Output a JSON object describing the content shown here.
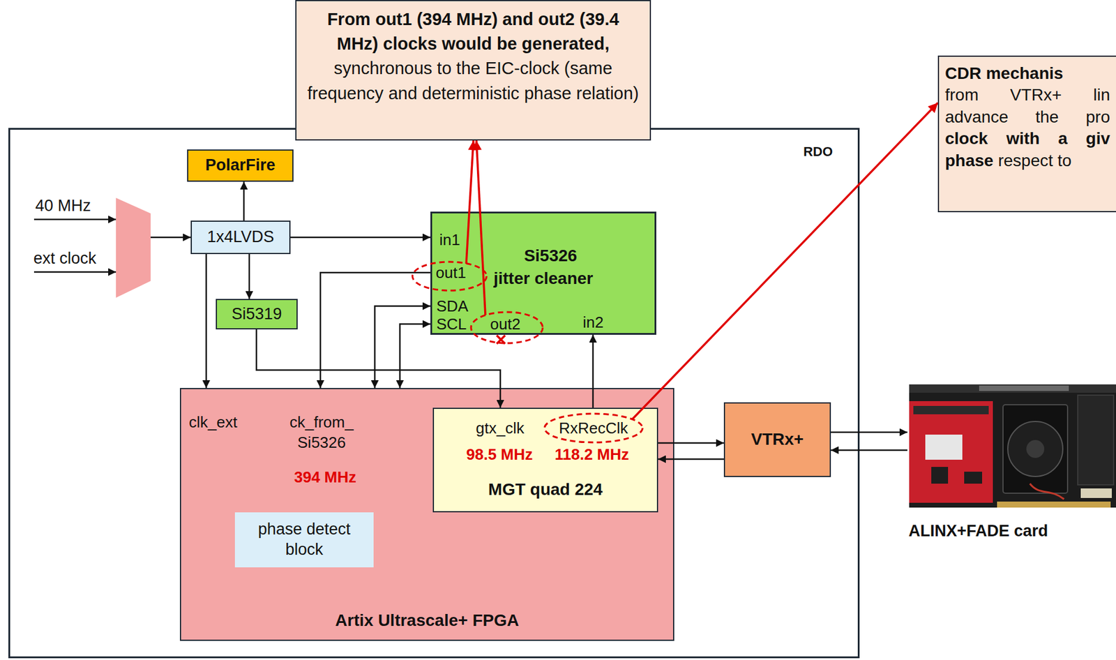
{
  "diagram": {
    "nodes": [
      {
        "text": [
          "From out1 (394 MHz) and out2 (39.4 MHz) clocks would be generated,",
          "synchronous to the EIC-clock (same frequency and deterministic phase relation)"
        ]
      },
      {
        "text": [
          "CDR mechanis",
          "from VTRx+ lin advance the pro",
          "clock with a giv phase",
          "respect to"
        ]
      },
      {
        "text": [
          "RDO"
        ]
      },
      {
        "text": [
          "PolarFire"
        ],
        "in": 2
      },
      {
        "text": [
          "1x4LVDS"
        ],
        "in": 2
      },
      {
        "text": [
          "Si5326 jitter cleaner"
        ],
        "in": 2
      },
      {
        "text": [
          "Si5319"
        ],
        "in": 2
      },
      {
        "text": [
          "Artix Ultrascale+ FPGA"
        ],
        "in": 2
      },
      {
        "text": [
          "phase detect block"
        ],
        "in": 7
      },
      {
        "text": [
          "MGT quad 224"
        ],
        "in": 7
      },
      {
        "text": [
          "VTRx+"
        ],
        "in": 2
      },
      {
        "text": [
          "ALINX+FADE card"
        ]
      }
    ],
    "edges": [
      {
        "from": 4,
        "to": 3,
        "arrow": "to"
      },
      {
        "from": 4,
        "to": 5,
        "arrow": "to"
      },
      {
        "from": 4,
        "to": 6,
        "arrow": "to"
      },
      {
        "from": 4,
        "to": 7,
        "arrow": "to"
      },
      {
        "from": 6,
        "to": 9,
        "arrow": "to"
      },
      {
        "from": 5,
        "to": 7,
        "arrow": "to"
      },
      {
        "from": 7,
        "to": 5,
        "arrow": "both"
      },
      {
        "from": 7,
        "to": 5,
        "arrow": "both"
      },
      {
        "from": 9,
        "to": 5,
        "arrow": "to"
      },
      {
        "from": 9,
        "to": 10,
        "arrow": "to"
      },
      {
        "from": 10,
        "to": 9,
        "arrow": "to"
      },
      {
        "from": 10,
        "to": 11,
        "arrow": "to"
      },
      {
        "from": 11,
        "to": 10,
        "arrow": "to"
      },
      {
        "from": 5,
        "to": 0,
        "arrow": "to"
      },
      {
        "from": 5,
        "to": 0,
        "arrow": "to"
      },
      {
        "from": 9,
        "to": 1,
        "arrow": "to"
      }
    ],
    "labels": [
      "40 MHz",
      "ext clock",
      "in1",
      "out1",
      "SDA",
      "SCL",
      "out2",
      "in2",
      "clk_ext",
      "ck_from_ Si5326",
      "394 MHz",
      "gtx_clk",
      "98.5 MHz",
      "RxRecClk",
      "118.2 MHz"
    ]
  }
}
